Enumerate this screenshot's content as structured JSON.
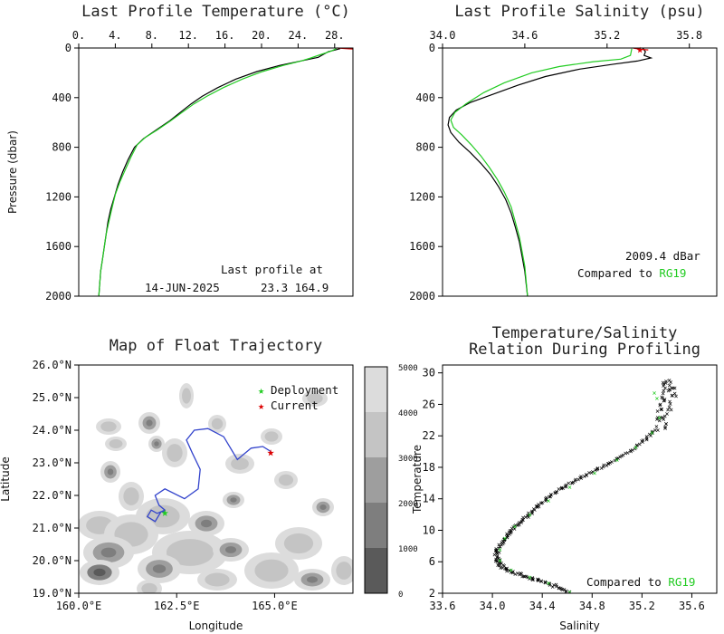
{
  "chart_data": [
    {
      "id": "temp",
      "type": "line",
      "title": "Last Profile Temperature (°C)",
      "xlabel": "",
      "ylabel": "Pressure (dbar)",
      "xlim": [
        0,
        30
      ],
      "ylim": [
        2000,
        0
      ],
      "x_ticks": [
        "0.",
        "4.",
        "8.",
        "12.",
        "16.",
        "20.",
        "24.",
        "28."
      ],
      "x_tick_values": [
        0,
        4,
        8,
        12,
        16,
        20,
        24,
        28
      ],
      "y_ticks": [
        "0",
        "400",
        "800",
        "1200",
        "1600",
        "2000"
      ],
      "y_tick_values": [
        0,
        400,
        800,
        1200,
        1600,
        2000
      ],
      "series": [
        {
          "color": "#000000",
          "points": [
            [
              28.6,
              5
            ],
            [
              28.1,
              15
            ],
            [
              27.3,
              30
            ],
            [
              26.8,
              50
            ],
            [
              26.2,
              75
            ],
            [
              24.6,
              100
            ],
            [
              22.0,
              140
            ],
            [
              19.5,
              190
            ],
            [
              17.2,
              250
            ],
            [
              15.2,
              320
            ],
            [
              13.5,
              390
            ],
            [
              12.3,
              450
            ],
            [
              11.1,
              520
            ],
            [
              9.9,
              590
            ],
            [
              8.5,
              660
            ],
            [
              7.1,
              730
            ],
            [
              6.1,
              800
            ],
            [
              5.4,
              900
            ],
            [
              4.8,
              1000
            ],
            [
              4.3,
              1100
            ],
            [
              3.9,
              1200
            ],
            [
              3.5,
              1300
            ],
            [
              3.2,
              1400
            ],
            [
              3.0,
              1500
            ],
            [
              2.8,
              1600
            ],
            [
              2.6,
              1700
            ],
            [
              2.4,
              1800
            ],
            [
              2.3,
              1900
            ],
            [
              2.2,
              2000
            ]
          ]
        },
        {
          "color": "#22cc22",
          "points": [
            [
              28.2,
              5
            ],
            [
              27.6,
              25
            ],
            [
              26.4,
              55
            ],
            [
              25.4,
              80
            ],
            [
              24.3,
              105
            ],
            [
              22.4,
              140
            ],
            [
              20.1,
              190
            ],
            [
              17.9,
              250
            ],
            [
              15.8,
              320
            ],
            [
              14.0,
              390
            ],
            [
              12.6,
              450
            ],
            [
              11.3,
              520
            ],
            [
              10.0,
              590
            ],
            [
              8.6,
              660
            ],
            [
              7.3,
              720
            ],
            [
              6.4,
              780
            ],
            [
              5.7,
              880
            ],
            [
              5.1,
              980
            ],
            [
              4.5,
              1080
            ],
            [
              4.0,
              1180
            ],
            [
              3.6,
              1300
            ],
            [
              3.3,
              1400
            ],
            [
              3.0,
              1500
            ],
            [
              2.8,
              1600
            ],
            [
              2.6,
              1700
            ],
            [
              2.4,
              1800
            ],
            [
              2.3,
              1900
            ],
            [
              2.2,
              2000
            ]
          ]
        },
        {
          "color": "#dd0000",
          "points": [
            [
              28.3,
              0
            ],
            [
              29.2,
              5
            ],
            [
              30.0,
              8
            ]
          ]
        }
      ],
      "annotations": [
        "Last profile at",
        "14-JUN-2025",
        "23.3 164.9"
      ]
    },
    {
      "id": "sal",
      "type": "line",
      "title": "Last Profile Salinity (psu)",
      "xlabel": "",
      "ylabel": "",
      "xlim": [
        34.0,
        36.0
      ],
      "ylim": [
        2000,
        0
      ],
      "x_ticks": [
        "34.0",
        "34.6",
        "35.2",
        "35.8"
      ],
      "x_tick_values": [
        34.0,
        34.6,
        35.2,
        35.8
      ],
      "y_ticks": [
        "0",
        "400",
        "800",
        "1200",
        "1600",
        "2000"
      ],
      "y_tick_values": [
        0,
        400,
        800,
        1200,
        1600,
        2000
      ],
      "series": [
        {
          "color": "#000000",
          "points": [
            [
              35.46,
              0
            ],
            [
              35.48,
              30
            ],
            [
              35.47,
              60
            ],
            [
              35.52,
              80
            ],
            [
              35.42,
              105
            ],
            [
              35.25,
              130
            ],
            [
              35.0,
              170
            ],
            [
              34.75,
              230
            ],
            [
              34.55,
              300
            ],
            [
              34.35,
              380
            ],
            [
              34.2,
              440
            ],
            [
              34.1,
              500
            ],
            [
              34.05,
              560
            ],
            [
              34.04,
              620
            ],
            [
              34.06,
              680
            ],
            [
              34.12,
              760
            ],
            [
              34.2,
              840
            ],
            [
              34.28,
              930
            ],
            [
              34.35,
              1020
            ],
            [
              34.41,
              1120
            ],
            [
              34.46,
              1220
            ],
            [
              34.5,
              1330
            ],
            [
              34.53,
              1440
            ],
            [
              34.56,
              1560
            ],
            [
              34.58,
              1680
            ],
            [
              34.6,
              1800
            ],
            [
              34.61,
              1900
            ],
            [
              34.62,
              2000
            ]
          ]
        },
        {
          "color": "#22cc22",
          "points": [
            [
              35.38,
              5
            ],
            [
              35.37,
              60
            ],
            [
              35.3,
              90
            ],
            [
              35.1,
              110
            ],
            [
              34.85,
              150
            ],
            [
              34.65,
              200
            ],
            [
              34.45,
              280
            ],
            [
              34.3,
              360
            ],
            [
              34.17,
              450
            ],
            [
              34.09,
              520
            ],
            [
              34.06,
              580
            ],
            [
              34.08,
              640
            ],
            [
              34.14,
              700
            ],
            [
              34.21,
              780
            ],
            [
              34.28,
              870
            ],
            [
              34.34,
              960
            ],
            [
              34.4,
              1060
            ],
            [
              34.45,
              1160
            ],
            [
              34.5,
              1280
            ],
            [
              34.53,
              1400
            ],
            [
              34.56,
              1520
            ],
            [
              34.58,
              1640
            ],
            [
              34.6,
              1760
            ],
            [
              34.61,
              1880
            ],
            [
              34.62,
              2000
            ]
          ]
        },
        {
          "color": "#dd0000",
          "points": [
            [
              35.39,
              0
            ],
            [
              35.44,
              10
            ],
            [
              35.5,
              15
            ]
          ]
        }
      ],
      "annotations": [
        "2009.4 dBar",
        "Compared to ",
        "RG19"
      ]
    },
    {
      "id": "map",
      "type": "heatmap",
      "title": "Map of Float Trajectory",
      "xlabel": "Longitude",
      "ylabel": "Latitude",
      "xlim": [
        160.0,
        167.0
      ],
      "ylim": [
        19.0,
        26.0
      ],
      "x_ticks": [
        "160.0°E",
        "162.5°E",
        "165.0°E"
      ],
      "x_tick_values": [
        160.0,
        162.5,
        165.0
      ],
      "y_ticks": [
        "26.0°N",
        "25.0°N",
        "24.0°N",
        "23.0°N",
        "22.0°N",
        "21.0°N",
        "20.0°N",
        "19.0°N"
      ],
      "y_tick_values": [
        26.0,
        25.0,
        24.0,
        23.0,
        22.0,
        21.0,
        20.0,
        19.0
      ],
      "colorbar_ticks": [
        "5000",
        "4000",
        "3000",
        "2000",
        "1000",
        "0"
      ],
      "colorbar_colors": [
        "#f4f4f4",
        "#dcdcdc",
        "#c4c4c4",
        "#9e9e9e",
        "#7e7e7e",
        "#5a5a5a"
      ],
      "trajectory": [
        [
          164.9,
          23.35
        ],
        [
          164.7,
          23.5
        ],
        [
          164.4,
          23.45
        ],
        [
          164.05,
          23.1
        ],
        [
          163.7,
          23.8
        ],
        [
          163.3,
          24.05
        ],
        [
          162.95,
          24.0
        ],
        [
          162.75,
          23.7
        ],
        [
          162.9,
          23.3
        ],
        [
          163.1,
          22.8
        ],
        [
          163.05,
          22.2
        ],
        [
          162.7,
          21.9
        ],
        [
          162.2,
          22.2
        ],
        [
          161.95,
          22.0
        ],
        [
          162.05,
          21.7
        ],
        [
          162.2,
          21.55
        ],
        [
          162.0,
          21.45
        ],
        [
          161.85,
          21.55
        ],
        [
          161.75,
          21.35
        ],
        [
          161.95,
          21.2
        ],
        [
          162.1,
          21.5
        ],
        [
          162.2,
          21.5
        ]
      ],
      "trajectory_color": "#3344cc",
      "deployment": [
        162.2,
        21.5
      ],
      "current": [
        164.9,
        23.35
      ],
      "legend": [
        {
          "label": "Deployment",
          "color": "#22cc22"
        },
        {
          "label": "Current",
          "color": "#dd0000"
        }
      ],
      "legend_position": "top-right"
    },
    {
      "id": "ts",
      "type": "scatter",
      "title": "Temperature/Salinity",
      "subtitle": "Relation During Profiling",
      "xlabel": "Salinity",
      "ylabel": "Temperature",
      "xlim": [
        33.6,
        35.8
      ],
      "ylim": [
        2,
        31
      ],
      "x_ticks": [
        "33.6",
        "34.0",
        "34.4",
        "34.8",
        "35.2",
        "35.6"
      ],
      "x_tick_values": [
        33.6,
        34.0,
        34.4,
        34.8,
        35.2,
        35.6
      ],
      "y_ticks": [
        "2",
        "6",
        "10",
        "14",
        "18",
        "22",
        "26",
        "30"
      ],
      "y_tick_values": [
        2,
        6,
        10,
        14,
        18,
        22,
        26,
        30
      ],
      "series": [
        {
          "color": "#000000",
          "points": [
            [
              34.62,
              2.2
            ],
            [
              34.5,
              3.0
            ],
            [
              34.4,
              3.6
            ],
            [
              34.3,
              4.0
            ],
            [
              34.18,
              4.6
            ],
            [
              34.1,
              5.2
            ],
            [
              34.05,
              6.0
            ],
            [
              34.04,
              7.0
            ],
            [
              34.06,
              8.0
            ],
            [
              34.1,
              9.0
            ],
            [
              34.15,
              10.0
            ],
            [
              34.22,
              11.0
            ],
            [
              34.3,
              12.2
            ],
            [
              34.38,
              13.3
            ],
            [
              34.47,
              14.5
            ],
            [
              34.58,
              15.6
            ],
            [
              34.7,
              16.7
            ],
            [
              34.83,
              17.7
            ],
            [
              34.97,
              18.8
            ],
            [
              35.1,
              20.0
            ],
            [
              35.22,
              21.5
            ],
            [
              35.33,
              23.0
            ],
            [
              35.38,
              24.6
            ],
            [
              35.4,
              26.0
            ],
            [
              35.42,
              27.2
            ],
            [
              35.4,
              28.3
            ],
            [
              35.38,
              29.0
            ]
          ]
        },
        {
          "color": "#22cc22",
          "points": [
            [
              34.62,
              2.2
            ],
            [
              34.45,
              3.3
            ],
            [
              34.3,
              4.1
            ],
            [
              34.15,
              5.0
            ],
            [
              34.06,
              6.2
            ],
            [
              34.06,
              7.6
            ],
            [
              34.1,
              9.0
            ],
            [
              34.18,
              10.5
            ],
            [
              34.3,
              12.0
            ],
            [
              34.45,
              13.8
            ],
            [
              34.62,
              15.5
            ],
            [
              34.82,
              17.3
            ],
            [
              35.0,
              19.0
            ],
            [
              35.15,
              20.6
            ],
            [
              35.28,
              22.4
            ],
            [
              35.34,
              24.3
            ],
            [
              35.32,
              26.8
            ],
            [
              35.3,
              27.5
            ]
          ]
        }
      ],
      "annotations": [
        "Compared to ",
        "RG19"
      ]
    }
  ]
}
